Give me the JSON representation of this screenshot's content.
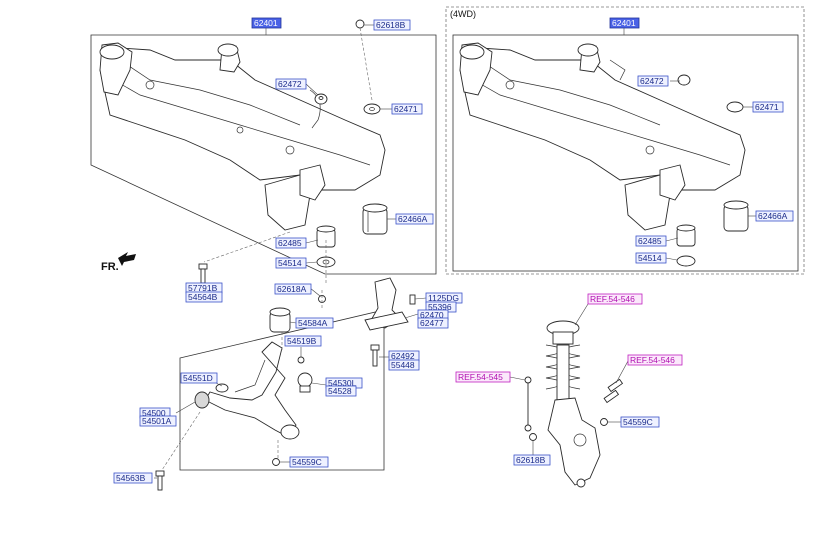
{
  "note_4wd": "(4WD)",
  "fr_label": "FR.",
  "labels": {
    "l_62401": "62401",
    "l_62618B_top": "62618B",
    "l_62472": "62472",
    "l_62471": "62471",
    "l_62466A": "62466A",
    "l_62485": "62485",
    "l_54514": "54514",
    "l_57791B": "57791B",
    "l_54564B": "54564B",
    "l_62618A": "62618A",
    "l_1125DG": "1125DG",
    "l_55396": "55396",
    "l_62470": "62470",
    "l_62477": "62477",
    "l_54584A": "54584A",
    "l_54519B": "54519B",
    "l_62492": "62492",
    "l_55448": "55448",
    "l_54551D": "54551D",
    "l_54530L": "54530L",
    "l_54528": "54528",
    "l_54500": "54500",
    "l_54501A": "54501A",
    "l_54559C_left": "54559C",
    "l_54563B": "54563B",
    "r_62401": "62401",
    "r_62472": "62472",
    "r_62471": "62471",
    "r_62466A": "62466A",
    "r_62485": "62485",
    "r_54514": "54514",
    "s_54559C": "54559C",
    "s_62618B": "62618B"
  },
  "refs": {
    "ref_top": "REF.54-546",
    "ref_right": "REF.54-546",
    "ref_left": "REF.54-545"
  }
}
